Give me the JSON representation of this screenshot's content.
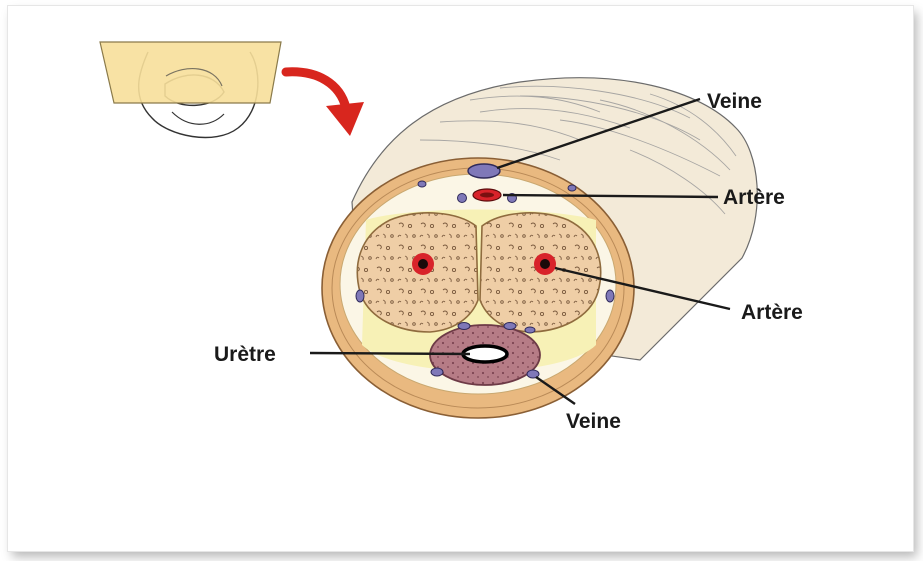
{
  "diagram": {
    "labels": {
      "vein_top": "Veine",
      "artery_dorsal": "Artère",
      "artery_cavernous": "Artère",
      "urethra": "Urètre",
      "vein_bottom": "Veine"
    },
    "colors": {
      "skin": "#f3ead8",
      "fascia": "#e9b980",
      "tunica": "#f7f1b6",
      "erectile_tissue": "#efcea6",
      "spongiosum": "#b67c86",
      "artery": "#d8232a",
      "vein": "#7f78b8",
      "arrow": "#d8261e",
      "reference_tag": "#f7df9a"
    }
  }
}
